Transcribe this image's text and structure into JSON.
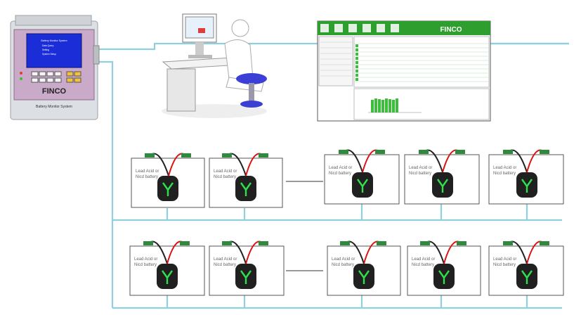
{
  "controller": {
    "brand": "FINCO",
    "subtitle": "Battery Monitor System",
    "screen_title": "Battery Monitor System",
    "menu": [
      "Data Query",
      "Setting",
      "System Setup"
    ]
  },
  "software": {
    "brand": "FINCO"
  },
  "battery_label": [
    "Lead Acid or",
    "Nicd battery"
  ],
  "colors": {
    "wire": "#8ecfe0",
    "controller_face": "#c9aac9",
    "screen": "#1a2dd6",
    "sensor_led": "#2fe04a",
    "software_green": "#2e9e2e"
  }
}
